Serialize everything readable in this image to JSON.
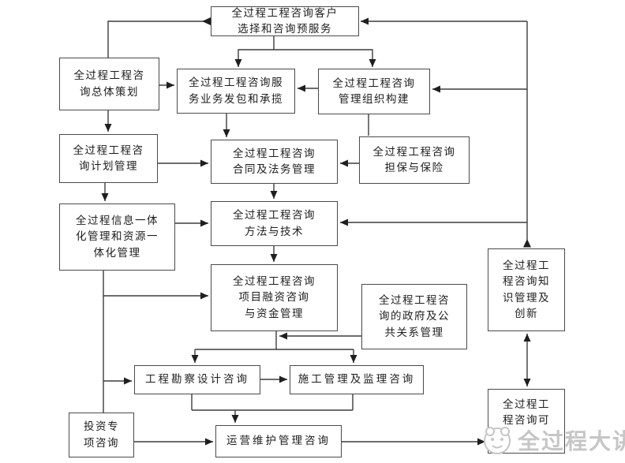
{
  "diagram": {
    "nodes": {
      "customer": {
        "label": "全过程工程咨询客户\n选择和咨询预服务"
      },
      "overallPlanning": {
        "label": "全过程工程咨\n询总体策划"
      },
      "contracting": {
        "label": "全过程工程咨询服\n务业务发包和承揽"
      },
      "orgConstruction": {
        "label": "全过程工程咨询\n管理组织构建"
      },
      "planManagement": {
        "label": "全过程工程咨\n询计划管理"
      },
      "contractLegal": {
        "label": "全过程工程咨询\n合同及法务管理"
      },
      "guaranteeInsurance": {
        "label": "全过程工程咨询\n担保与保险"
      },
      "infoIntegration": {
        "label": "全过程信息一体\n化管理和资源一\n体化管理"
      },
      "methodsTech": {
        "label": "全过程工程咨询\n方法与技术"
      },
      "financingFunds": {
        "label": "全过程工程咨询\n项目融资咨询\n与资金管理"
      },
      "govPublicRelations": {
        "label": "全过程工程咨\n询的政府及公\n共关系管理"
      },
      "knowledgeInnovation": {
        "label": "全过程工\n程咨询知\n识管理及\n创新"
      },
      "surveyDesign": {
        "label": "工程勘察设计咨询"
      },
      "constructionSupervision": {
        "label": "施工管理及监理咨询"
      },
      "investmentSpecial": {
        "label": "投资专\n项咨询"
      },
      "operationMaintenance": {
        "label": "运营维护管理咨询"
      },
      "sustainable": {
        "label": "全过程工\n程咨询可"
      }
    },
    "edges": [
      {
        "from": "customer",
        "to": "overallPlanning"
      },
      {
        "from": "customer",
        "to": "contracting"
      },
      {
        "from": "customer",
        "to": "orgConstruction"
      },
      {
        "from": "knowledgeInnovation",
        "to": "customer"
      },
      {
        "from": "knowledgeInnovation",
        "to": "orgConstruction"
      },
      {
        "from": "knowledgeInnovation",
        "to": "methodsTech"
      },
      {
        "from": "overallPlanning",
        "to": "contracting"
      },
      {
        "from": "orgConstruction",
        "to": "contracting"
      },
      {
        "from": "orgConstruction",
        "to": "guaranteeInsurance"
      },
      {
        "from": "contracting",
        "to": "contractLegal"
      },
      {
        "from": "overallPlanning",
        "to": "planManagement"
      },
      {
        "from": "planManagement",
        "to": "contractLegal"
      },
      {
        "from": "guaranteeInsurance",
        "to": "contractLegal"
      },
      {
        "from": "planManagement",
        "to": "infoIntegration"
      },
      {
        "from": "contractLegal",
        "to": "methodsTech"
      },
      {
        "from": "infoIntegration",
        "to": "methodsTech"
      },
      {
        "from": "methodsTech",
        "to": "financingFunds"
      },
      {
        "from": "infoIntegration",
        "to": "financingFunds"
      },
      {
        "from": "infoIntegration",
        "to": "surveyDesign"
      },
      {
        "from": "infoIntegration",
        "to": "investmentSpecial"
      },
      {
        "from": "financingFunds",
        "to": "surveyDesign"
      },
      {
        "from": "financingFunds",
        "to": "constructionSupervision"
      },
      {
        "from": "govPublicRelations",
        "to": "surveyDesign"
      },
      {
        "from": "govPublicRelations",
        "to": "constructionSupervision"
      },
      {
        "from": "surveyDesign",
        "to": "constructionSupervision"
      },
      {
        "from": "surveyDesign",
        "to": "operationMaintenance"
      },
      {
        "from": "constructionSupervision",
        "to": "operationMaintenance"
      },
      {
        "from": "investmentSpecial",
        "to": "operationMaintenance"
      },
      {
        "from": "operationMaintenance",
        "to": "sustainable"
      },
      {
        "from": "knowledgeInnovation",
        "to": "sustainable",
        "bidirectional": true
      }
    ],
    "watermark": {
      "text": "全过程大讲堂"
    },
    "colors": {
      "line": "#3d3d3d",
      "boxBorder": "#4a4a4a",
      "text": "#1d1d1d",
      "watermark": "#c6c6c6",
      "background": "#ffffff"
    }
  }
}
